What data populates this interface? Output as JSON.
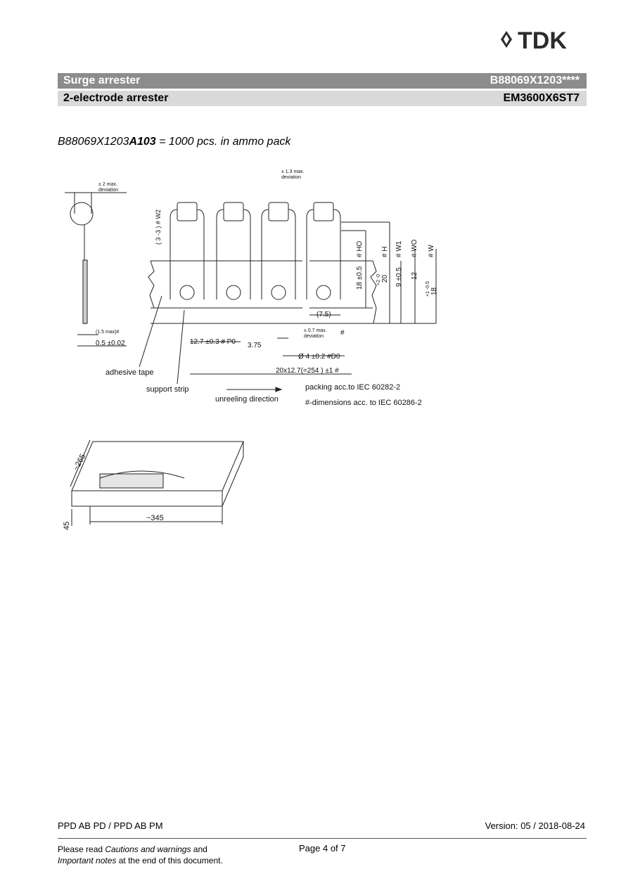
{
  "brand": {
    "name": "TDK",
    "logo_icon": "tdk-logo-icon"
  },
  "header": {
    "title": "Surge arrester",
    "part_number": "B88069X1203****",
    "subtitle": "2-electrode arrester",
    "type_code": "EM3600X6ST7"
  },
  "ordering": {
    "code_prefix": "B88069X1203",
    "code_suffix": "A103",
    "description": " = 1000 pcs. in ammo pack"
  },
  "drawing": {
    "dev_left": "± 2 max.",
    "dev_left2": "deviation",
    "dev_right": "± 1.3 max.",
    "dev_right2": "deviation",
    "dev_mid": "± 0.7 max.",
    "dev_mid2": "deviation",
    "hash": "#",
    "w2": "( 3 -3 ) # W2",
    "ho": "# HO",
    "h": "# H",
    "w1": "# W1",
    "wo": "# WO",
    "w": "# W",
    "d18": "18 ±0.5",
    "d20": "20",
    "d20tol": "+2 -0",
    "d9": "9 ±0.5",
    "d12": "12",
    "d18b": "18",
    "d18btol": "+1 -0.5",
    "d75": "(7.5)",
    "d15max": "(1.5 max)#",
    "d05": "0.5 ±0.02",
    "p0": "12.7 ±0.3 # P0",
    "d375": "3.75",
    "d0": "Ø 4 ±0.2 #D0",
    "pitch_total": "20x12.7(=254 ) ±1  #",
    "adhesive": "adhesive tape",
    "support": "support strip",
    "unreel": "unreeling direction",
    "packing": "packing acc.to IEC 60282-2",
    "dims": "#-dimensions acc. to IEC 60286-2"
  },
  "box": {
    "depth": "~265",
    "width": "~345",
    "height": "45"
  },
  "footer": {
    "dept": "PPD AB PD / PPD AB PM",
    "version": "Version: 05 / 2018-08-24",
    "note_a": "Please read ",
    "note_b": "Cautions and warnings",
    "note_c": " and",
    "note_d": "Important notes",
    "note_e": " at the end of this document.",
    "page": "Page 4 of 7"
  },
  "colors": {
    "band_dark": "#8c8c8c",
    "band_light": "#d9d9d9"
  }
}
